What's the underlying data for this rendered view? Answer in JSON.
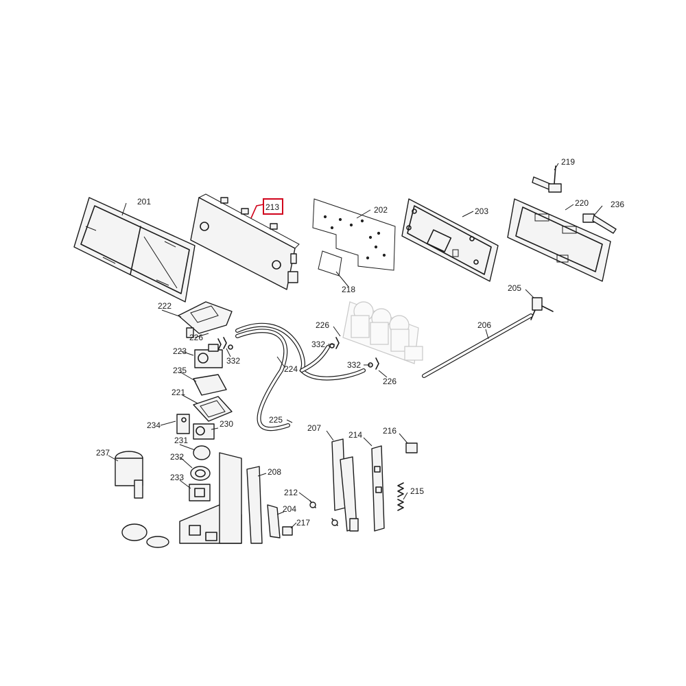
{
  "diagram": {
    "highlighted_part": "213",
    "callouts": {
      "c201": "201",
      "c213": "213",
      "c202": "202",
      "c203": "203",
      "c219": "219",
      "c220": "220",
      "c236": "236",
      "c218": "218",
      "c205": "205",
      "c222": "222",
      "c226a": "226",
      "c226b": "226",
      "c226c": "226",
      "c206": "206",
      "c332a": "332",
      "c332b": "332",
      "c332c": "332",
      "c223": "223",
      "c224": "224",
      "c235": "235",
      "c221": "221",
      "c225": "225",
      "c234": "234",
      "c230": "230",
      "c207": "207",
      "c214": "214",
      "c216": "216",
      "c231": "231",
      "c237": "237",
      "c232": "232",
      "c208": "208",
      "c233": "233",
      "c212": "212",
      "c215": "215",
      "c204": "204",
      "c217": "217"
    }
  },
  "colors": {
    "line": "#1a1a1a",
    "highlight": "#d0021b",
    "ghost": "#c8c8c8",
    "background": "#ffffff"
  }
}
